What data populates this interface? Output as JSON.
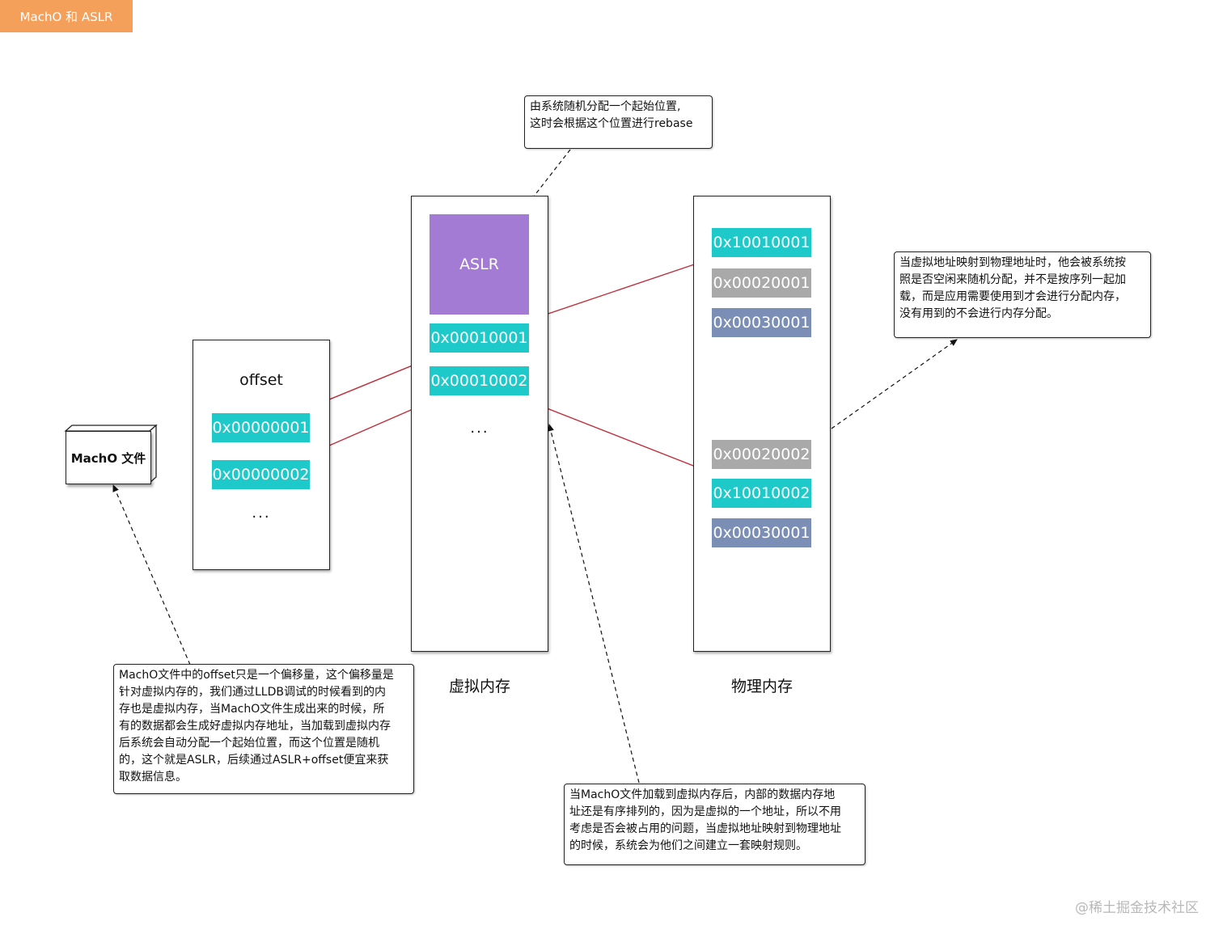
{
  "tag": {
    "label": "MachO 和 ASLR"
  },
  "macho_box": {
    "label": "MachO 文件"
  },
  "offset_panel": {
    "title": "offset",
    "addresses": [
      "0x00000001",
      "0x00000002"
    ],
    "ellipsis": "..."
  },
  "virtual_memory": {
    "aslr_label": "ASLR",
    "addresses": [
      "0x00010001",
      "0x00010002"
    ],
    "ellipsis": "...",
    "caption": "虚拟内存"
  },
  "physical_memory": {
    "group1": [
      "0x10010001",
      "0x00020001",
      "0x00030001"
    ],
    "group2": [
      "0x00020002",
      "0x10010002",
      "0x00030001"
    ],
    "caption": "物理内存"
  },
  "notes": {
    "aslr_note": [
      "由系统随机分配一个起始位置,",
      "这时会根据这个位置进行rebase"
    ],
    "physical_note": [
      "当虚拟地址映射到物理地址时，他会被系统按",
      "照是否空闲来随机分配，并不是按序列一起加",
      "载，而是应用需要使用到才会进行分配内存，",
      "没有用到的不会进行内存分配。"
    ],
    "offset_note": [
      "MachO文件中的offset只是一个偏移量，这个偏移量是",
      "针对虚拟内存的，我们通过LLDB调试的时候看到的内",
      "存也是虚拟内存，当MachO文件生成出来的时候，所",
      "有的数据都会生成好虚拟内存地址，当加载到虚拟内存",
      "后系统会自动分配一个起始位置，而这个位置是随机",
      "的，这个就是ASLR，后续通过ASLR+offset便宜来获",
      "取数据信息。"
    ],
    "mapping_note": [
      "当MachO文件加载到虚拟内存后，内部的数据内存地",
      "址还是有序排列的，因为是虚拟的一个地址，所以不用",
      "考虑是否会被占用的问题，当虚拟地址映射到物理地址",
      "的时候，系统会为他们之间建立一套映射规则。"
    ]
  },
  "watermark": "@稀土掘金技术社区",
  "colors": {
    "tag": "#f5a05a",
    "cyan": "#1ec9c9",
    "gray": "#a9a9a9",
    "blue": "#7b8eb5",
    "aslr": "#a47bd4",
    "arrow_red": "#c0303a"
  }
}
